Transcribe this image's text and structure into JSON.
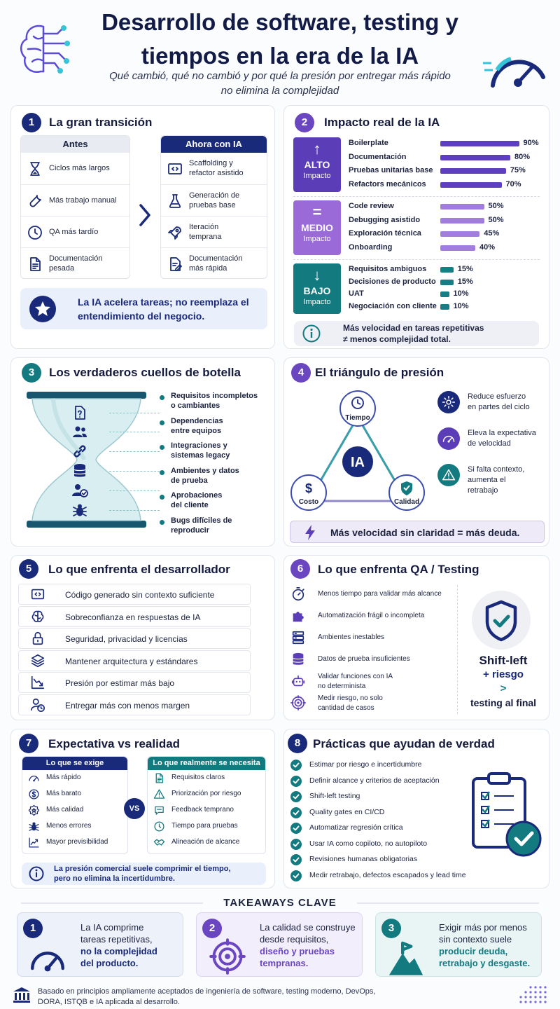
{
  "header": {
    "title_line1": "Desarrollo de software, testing y",
    "title_line2": "tiempos en la era de la IA",
    "subtitle_line1": "Qué cambió, qué no cambió y por qué la presión por entregar más rápido",
    "subtitle_line2": "no elimina la complejidad"
  },
  "s1": {
    "num": "1",
    "title": "La gran transición",
    "before_header": "Antes",
    "after_header": "Ahora con IA",
    "before": [
      {
        "l1": "Ciclos más largos",
        "l2": "",
        "icon": "hourglass-icon"
      },
      {
        "l1": "Más trabajo manual",
        "l2": "",
        "icon": "wrench-icon"
      },
      {
        "l1": "QA más tardío",
        "l2": "",
        "icon": "clock-icon"
      },
      {
        "l1": "Documentación",
        "l2": "pesada",
        "icon": "document-icon"
      }
    ],
    "after": [
      {
        "l1": "Scaffolding y",
        "l2": "refactor asistido",
        "icon": "code-icon"
      },
      {
        "l1": "Generación de",
        "l2": "pruebas base",
        "icon": "flask-icon"
      },
      {
        "l1": "Iteración",
        "l2": "temprana",
        "icon": "rocket-icon"
      },
      {
        "l1": "Documentación",
        "l2": "más rápida",
        "icon": "document-edit-icon"
      }
    ],
    "note_l1": "La IA acelera tareas; no reemplaza el",
    "note_l2": "entendimiento del negocio."
  },
  "s2": {
    "num": "2",
    "title": "Impacto real de la IA",
    "groups": [
      {
        "level": "ALTO",
        "sub": "Impacto",
        "arrow": "↑",
        "color": "#5b3db8",
        "bar_color": "#5d3fc0",
        "items": [
          {
            "label": "Boilerplate",
            "value": 90
          },
          {
            "label": "Documentación",
            "value": 80
          },
          {
            "label": "Pruebas unitarias base",
            "value": 75
          },
          {
            "label": "Refactors mecánicos",
            "value": 70
          }
        ]
      },
      {
        "level": "MEDIO",
        "sub": "Impacto",
        "arrow": "=",
        "color": "#9a6ad8",
        "bar_color": "#a27de0",
        "items": [
          {
            "label": "Code review",
            "value": 50
          },
          {
            "label": "Debugging asistido",
            "value": 50
          },
          {
            "label": "Exploración técnica",
            "value": 45
          },
          {
            "label": "Onboarding",
            "value": 40
          }
        ]
      },
      {
        "level": "BAJO",
        "sub": "Impacto",
        "arrow": "↓",
        "color": "#137a80",
        "bar_color": "#167f86",
        "items": [
          {
            "label": "Requisitos ambiguos",
            "value": 15
          },
          {
            "label": "Decisiones de producto",
            "value": 15
          },
          {
            "label": "UAT",
            "value": 10
          },
          {
            "label": "Negociación con cliente",
            "value": 10
          }
        ]
      }
    ],
    "note_l1": "Más velocidad en tareas repetitivas",
    "note_l2": "≠ menos complejidad total."
  },
  "s3": {
    "num": "3",
    "title": "Los verdaderos cuellos de botella",
    "items": [
      {
        "l1": "Requisitos incompletos",
        "l2": "o cambiantes",
        "icon": "question-doc-icon"
      },
      {
        "l1": "Dependencias",
        "l2": "entre equipos",
        "icon": "people-icon"
      },
      {
        "l1": "Integraciones y",
        "l2": "sistemas legacy",
        "icon": "link-icon"
      },
      {
        "l1": "Ambientes y datos",
        "l2": "de prueba",
        "icon": "database-icon"
      },
      {
        "l1": "Aprobaciones",
        "l2": "del cliente",
        "icon": "user-check-icon"
      },
      {
        "l1": "Bugs difíciles de",
        "l2": "reproducir",
        "icon": "bug-icon"
      }
    ]
  },
  "s4": {
    "num": "4",
    "title": "El triángulo de presión",
    "center": "IA",
    "top": "Tiempo",
    "left": "Costo",
    "right": "Calidad",
    "points": [
      {
        "l1": "Reduce esfuerzo",
        "l2": "en partes del ciclo",
        "icon": "gear-icon"
      },
      {
        "l1": "Eleva la expectativa",
        "l2": "de velocidad",
        "icon": "speedometer-icon"
      },
      {
        "l1": "Si falta contexto,",
        "l2": "aumenta el",
        "l3": "retrabajo",
        "icon": "warning-icon"
      }
    ],
    "note": "Más velocidad sin claridad = más deuda."
  },
  "s5": {
    "num": "5",
    "title": "Lo que enfrenta el desarrollador",
    "items": [
      {
        "label": "Código generado sin contexto suficiente",
        "icon": "code-icon"
      },
      {
        "label": "Sobreconfianza en respuestas de IA",
        "icon": "brain-icon"
      },
      {
        "label": "Seguridad, privacidad y licencias",
        "icon": "lock-icon"
      },
      {
        "label": "Mantener arquitectura y estándares",
        "icon": "layers-icon"
      },
      {
        "label": "Presión por estimar más bajo",
        "icon": "chart-down-icon"
      },
      {
        "label": "Entregar más con menos margen",
        "icon": "user-clock-icon"
      }
    ]
  },
  "s6": {
    "num": "6",
    "title": "Lo que enfrenta QA / Testing",
    "items": [
      {
        "l1": "Menos tiempo para validar más alcance",
        "l2": "",
        "icon": "stopwatch-icon"
      },
      {
        "l1": "Automatización frágil o incompleta",
        "l2": "",
        "icon": "puzzle-icon"
      },
      {
        "l1": "Ambientes inestables",
        "l2": "",
        "icon": "server-icon"
      },
      {
        "l1": "Datos de prueba insuficientes",
        "l2": "",
        "icon": "database-icon"
      },
      {
        "l1": "Validar funciones con IA",
        "l2": "no determinista",
        "icon": "robot-icon"
      },
      {
        "l1": "Medir riesgo, no solo",
        "l2": "cantidad de casos",
        "icon": "target-icon"
      }
    ],
    "side_l1": "Shift-left",
    "side_l2": "+ riesgo",
    "side_l3": ">",
    "side_l4": "testing al final"
  },
  "s7": {
    "num": "7",
    "title": "Expectativa vs realidad",
    "left_header": "Lo que se exige",
    "right_header": "Lo que realmente se necesita",
    "vs": "VS",
    "left": [
      {
        "label": "Más rápido",
        "icon": "speedometer-icon"
      },
      {
        "label": "Más barato",
        "icon": "dollar-icon"
      },
      {
        "label": "Más calidad",
        "icon": "badge-star-icon"
      },
      {
        "label": "Menos errores",
        "icon": "bug-icon"
      },
      {
        "label": "Mayor previsibilidad",
        "icon": "trend-icon"
      }
    ],
    "right": [
      {
        "label": "Requisitos claros",
        "icon": "document-icon"
      },
      {
        "label": "Priorización por riesgo",
        "icon": "warning-icon"
      },
      {
        "label": "Feedback temprano",
        "icon": "chat-icon"
      },
      {
        "label": "Tiempo para pruebas",
        "icon": "clock-icon"
      },
      {
        "label": "Alineación de alcance",
        "icon": "handshake-icon"
      }
    ],
    "note_l1": "La presión comercial suele comprimir el tiempo,",
    "note_l2": "pero no elimina la incertidumbre."
  },
  "s8": {
    "num": "8",
    "title": "Prácticas que ayudan de verdad",
    "items": [
      "Estimar por riesgo e incertidumbre",
      "Definir alcance y criterios de aceptación",
      "Shift-left testing",
      "Quality gates en CI/CD",
      "Automatizar regresión crítica",
      "Usar IA como copiloto, no autopiloto",
      "Revisiones humanas obligatorias",
      "Medir retrabajo, defectos escapados y lead time"
    ]
  },
  "takeaways": {
    "title": "TAKEAWAYS CLAVE",
    "cards": [
      {
        "num": "1",
        "l1": "La IA comprime",
        "l2": "tareas repetitivas,",
        "l3": "no la complejidad",
        "l4": "del producto.",
        "icon": "speedometer-icon"
      },
      {
        "num": "2",
        "l1": "La calidad se construye",
        "l2": "desde requisitos,",
        "l3": "diseño y pruebas",
        "l4": "tempranas.",
        "icon": "target-icon"
      },
      {
        "num": "3",
        "l1": "Exigir más por menos",
        "l2": "sin contexto suele",
        "l3": "producir deuda,",
        "l4": "retrabajo y desgaste.",
        "icon": "mountain-flag-icon"
      }
    ]
  },
  "footer": {
    "l1": "Basado en principios ampliamente aceptados de ingeniería de software, testing moderno, DevOps,",
    "l2": "DORA, ISTQB e IA aplicada al desarrollo."
  },
  "colors": {
    "navy": "#1a2a7a",
    "purple": "#6b46c1",
    "teal": "#137a80"
  }
}
